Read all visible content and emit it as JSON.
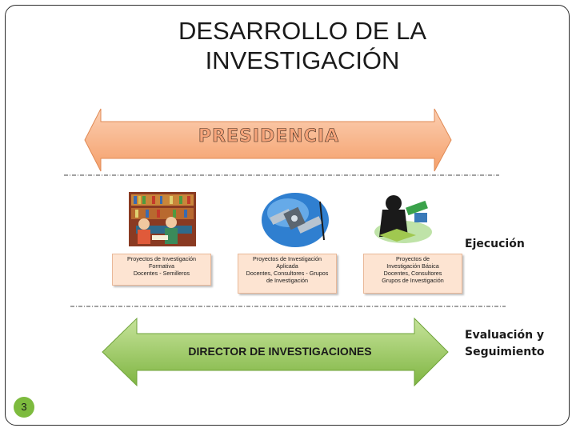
{
  "title_lines": [
    "DESARROLLO DE LA",
    "INVESTIGACIÓN"
  ],
  "top_arrow": {
    "label": "PRESIDENCIA",
    "color": "#f8b48a"
  },
  "bottom_arrow": {
    "label": "DIRECTOR DE INVESTIGACIONES",
    "color": "#92c45a"
  },
  "side_labels": {
    "ejecucion": "Ejecución",
    "evaluacion_line1": "Evaluación y",
    "evaluacion_line2": "Seguimiento"
  },
  "boxes": [
    {
      "lines": [
        "Proyectos de Investigación",
        "Formativa",
        "Docentes - Semilleros"
      ]
    },
    {
      "lines": [
        "Proyectos de Investigación",
        "Aplicada",
        "Docentes, Consultores - Grupos",
        "de Investigación"
      ]
    },
    {
      "lines": [
        "Proyectos de",
        "Investigación Básica",
        "Docentes, Consultores",
        "Grupos de Investigación"
      ]
    }
  ],
  "images": [
    "library-illustration",
    "satellite-illustration",
    "researcher-illustration"
  ],
  "page_number": "3",
  "colors": {
    "box_fill": "#fde4d2",
    "dash_line": "#6b6b6b",
    "page_badge": "#7dbb3e"
  }
}
